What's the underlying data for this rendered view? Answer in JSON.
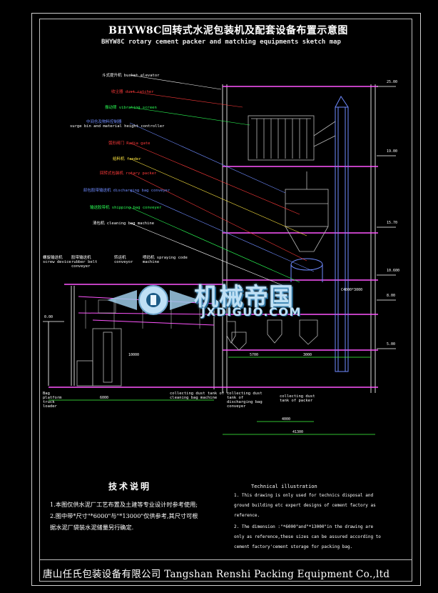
{
  "title_cn": "BHYW8C回转式水泥包装机及配套设备布置示意图",
  "title_en": "BHYW8C rotary cement packer and matching equipments sketch map",
  "callouts": {
    "bucket_elevator": "斗式提升机 bucket elevator",
    "dust_catcher": "收尘器 dust catcher",
    "vibrating_screen": "振动筛 vibrating screen",
    "surge_bin_cn": "中间仓及物料控制器",
    "surge_bin_en": "surge bin and material height controller",
    "radia_gate": "弧形阀门 Radia gate",
    "feeder": "给料机 feeder",
    "rotary_packer": "回转式包装机 rotary packer",
    "discharging_belt": "卸包胶带输送机 discharging bag conveyer",
    "shipping_belt": "输送胶带机 shipping bag conveyer",
    "cleaning_bag": "清包机 cleaning bag machine",
    "screw_device": "螺旋输送机 screw device",
    "rubber_belt": "胶带输送机 rubber belt conveyer",
    "conveyor": "转运机 conveyor",
    "spraying_code": "喷码机 spraying code machine",
    "bag_loader": "Bag platform truck loader",
    "collecting_tank_cleaning": "collecting dust tank of cleaning bag machine",
    "collecting_tank_discharging": "collecting dust tank of discharging bag conveyer",
    "collecting_tank_packer": "collecting dust tank of packer",
    "elevation_labels": [
      "25.00",
      "19.00",
      "15.70",
      "10.600",
      "8.00",
      "5.00",
      "0.00"
    ],
    "dim_labels": [
      "5700",
      "4000",
      "6000",
      "3000",
      "41300",
      "10000",
      "C4000*3000"
    ]
  },
  "logo": {
    "main": "机械帝国",
    "sub": "JXDIGUO.COM"
  },
  "tech_cn": {
    "title": "技术说明",
    "lines": [
      "1.本图仅供水泥厂工艺布置及土建等专业设计时参考使用;",
      "2.图中带*尺寸\"*6000\"与\"*13000\"仅供参考,其尺寸可根",
      "  据水泥厂袋装水泥储量另行确定."
    ]
  },
  "tech_en": {
    "title": "Technical illustration",
    "lines": [
      "1. This drawing is only used for technics disposal and",
      "ground building etc expert designs of cement factory as",
      "reference.",
      "2. The dimension :\"*6000\"and\"*13000\"in the drawing are",
      "only as reference,these sizes can be assured according to",
      "cement factory'cement storage for packing bag."
    ]
  },
  "footer": "唐山任氏包装设备有限公司 Tangshan Renshi Packing Equipment Co.,ltd",
  "colors": {
    "background": "#000000",
    "frame": "#cfcfcf",
    "structure": "#d8d8d8",
    "equipment": "#7a7aff",
    "floor": "#ff55ff",
    "dimension": "#40ff40"
  }
}
